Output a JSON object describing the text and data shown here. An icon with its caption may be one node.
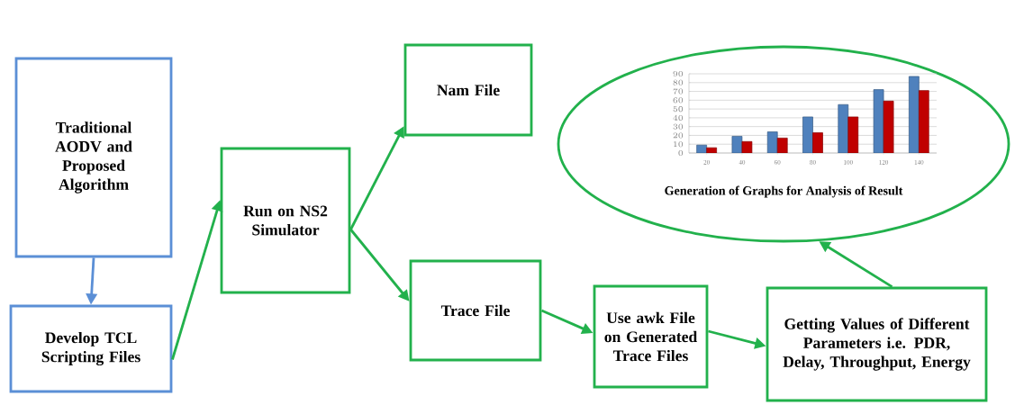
{
  "diagram": {
    "nodes": [
      {
        "text": [
          "Traditional AODV and Proposed Algorithm"
        ]
      },
      {
        "text": [
          "Develop TCL Scripting Files"
        ]
      },
      {
        "text": [
          "Run on NS2 Simulator"
        ]
      },
      {
        "text": [
          "Nam File"
        ]
      },
      {
        "text": [
          "Trace File"
        ]
      },
      {
        "text": [
          "Use awk File on Generated Trace Files"
        ]
      },
      {
        "text": [
          "Getting Values of Different Parameters i.e. PDR, Delay, Throughput, Energy"
        ]
      },
      {
        "text": [
          "Generation of Graphs for Analysis of Result"
        ]
      }
    ],
    "edges": [
      {
        "from": 0,
        "to": 1,
        "arrow": "to",
        "color": "#5b8fd6"
      },
      {
        "from": 1,
        "to": 2,
        "arrow": "to"
      },
      {
        "from": 2,
        "to": 3,
        "arrow": "to"
      },
      {
        "from": 2,
        "to": 4,
        "arrow": "to"
      },
      {
        "from": 4,
        "to": 5,
        "arrow": "to"
      },
      {
        "from": 5,
        "to": 6,
        "arrow": "to"
      },
      {
        "from": 6,
        "to": 7,
        "arrow": "to"
      }
    ],
    "chart_data": {
      "type": "bar",
      "grid": "major",
      "categories": [
        "20",
        "40",
        "60",
        "80",
        "100",
        "120",
        "140"
      ],
      "ylim": [
        0,
        90
      ],
      "yticks": [
        0,
        10,
        20,
        30,
        40,
        50,
        60,
        70,
        80,
        90
      ],
      "series": [
        {
          "color": "#4f81bd",
          "values": [
            9,
            19,
            24,
            41,
            55,
            72,
            87
          ]
        },
        {
          "color": "#c00000",
          "values": [
            6,
            13,
            17,
            23,
            41,
            59,
            71
          ]
        }
      ]
    }
  }
}
